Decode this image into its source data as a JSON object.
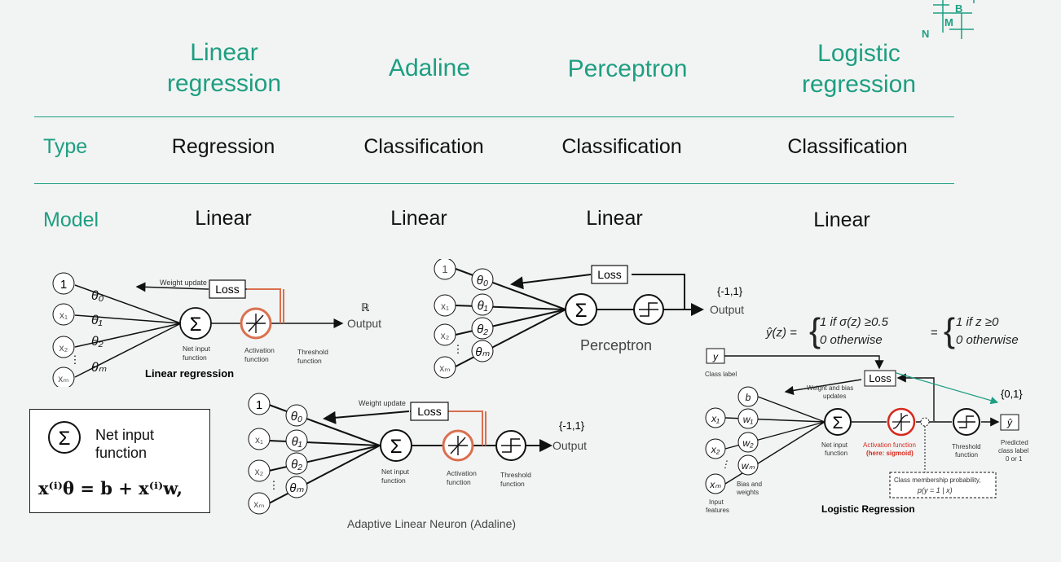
{
  "columns": [
    {
      "title_line1": "Linear",
      "title_line2": "regression",
      "type": "Regression",
      "model": "Linear"
    },
    {
      "title_line1": "Adaline",
      "title_line2": "",
      "type": "Classification",
      "model": "Linear"
    },
    {
      "title_line1": "Perceptron",
      "title_line2": "",
      "type": "Classification",
      "model": "Linear"
    },
    {
      "title_line1": "Logistic",
      "title_line2": "regression",
      "type": "Classification",
      "model": "Linear"
    }
  ],
  "row_labels": {
    "type": "Type",
    "model": "Model"
  },
  "logo": {
    "letters": [
      "N",
      "M",
      "B"
    ]
  },
  "diagrams": {
    "linreg": {
      "inputs": [
        "1",
        "x₁",
        "x₂",
        "⋮",
        "xₘ"
      ],
      "weights": [
        "θ₀",
        "θ₁",
        "θ₂",
        "θₘ"
      ],
      "weight_update": "Weight update",
      "loss": "Loss",
      "sigma": "Σ",
      "net_input": [
        "Net input",
        "function"
      ],
      "activation": [
        "Activation",
        "function"
      ],
      "threshold": [
        "Threshold",
        "function"
      ],
      "output_symbol": "ℝ",
      "output": "Output",
      "caption": "Linear regression"
    },
    "perceptron": {
      "inputs": [
        "1",
        "x₁",
        "x₂",
        "⋮",
        "xₘ"
      ],
      "weights": [
        "θ₀",
        "θ₁",
        "θ₂",
        "θₘ"
      ],
      "loss": "Loss",
      "sigma": "Σ",
      "output_set": "{-1,1}",
      "output": "Output",
      "caption": "Perceptron"
    },
    "adaline": {
      "inputs": [
        "1",
        "x₁",
        "x₂",
        "⋮",
        "xₘ"
      ],
      "weights": [
        "θ₀",
        "θ₁",
        "θ₂",
        "θₘ"
      ],
      "weight_update": "Weight update",
      "loss": "Loss",
      "sigma": "Σ",
      "net_input": [
        "Net input",
        "function"
      ],
      "activation": [
        "Activation",
        "function"
      ],
      "threshold": [
        "Threshold",
        "function"
      ],
      "output_set": "{-1,1}",
      "output": "Output",
      "caption": "Adaptive Linear Neuron (Adaline)"
    },
    "logreg": {
      "formula_lhs": "ŷ(z) =",
      "case1": "1   if σ(z) ≥0.5",
      "case2": "0   otherwise",
      "eq2": "=",
      "case3": "1   if z ≥0",
      "case4": "0   otherwise",
      "y": "y",
      "class_label": "Class label",
      "loss": "Loss",
      "weights_bias": [
        "Weight and bias",
        "updates"
      ],
      "b": "b",
      "inputs": [
        "x₁",
        "x₂",
        "⋮",
        "xₘ"
      ],
      "weights": [
        "w₁",
        "w₂",
        "wₘ"
      ],
      "sigma": "Σ",
      "net_input": [
        "Net input",
        "function"
      ],
      "activation": [
        "Activation function",
        "(here: sigmoid)"
      ],
      "threshold": [
        "Threshold",
        "function"
      ],
      "output_set": "{0,1}",
      "yhat": "ŷ",
      "predicted": [
        "Predicted",
        "class label",
        "0 or 1"
      ],
      "bias_weights": [
        "Bias and",
        "weights"
      ],
      "input_features": [
        "Input",
        "features"
      ],
      "membership": [
        "Class membership probability,",
        "p(y = 1 | x)"
      ],
      "caption": "Logistic Regression"
    }
  },
  "net_box": {
    "sigma": "Σ",
    "label_line1": "Net input",
    "label_line2": "function",
    "formula": "x⁽ⁱ⁾θ = b + x⁽ⁱ⁾w,"
  }
}
